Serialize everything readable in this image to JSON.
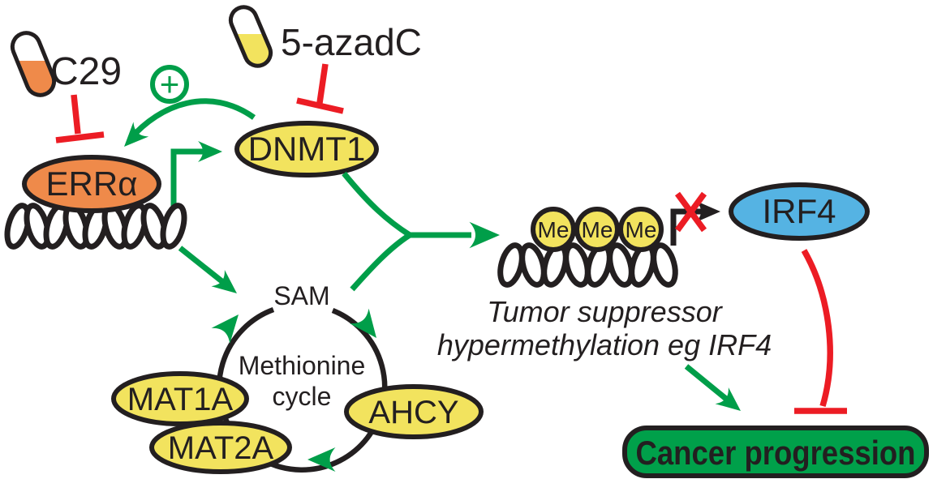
{
  "drugs": {
    "c29": "C29",
    "azadc": "5-azadC"
  },
  "nodes": {
    "erra": "ERRα",
    "dnmt1": "DNMT1",
    "sam": "SAM",
    "mat1a": "MAT1A",
    "mat2a": "MAT2A",
    "ahcy": "AHCY",
    "me": "Me",
    "irf4": "IRF4"
  },
  "cycle": {
    "line1": "Methionine",
    "line2": "cycle"
  },
  "annotations": {
    "plus": "+",
    "tumor_line1": "Tumor suppressor",
    "tumor_line2": "hypermethylation eg IRF4"
  },
  "outcome": {
    "cancer": "Cancer progression"
  },
  "colors": {
    "green": "#009E49",
    "box_green": "#00A04A",
    "red": "#EC1C24",
    "yellow": "#F2E35E",
    "orange": "#EF8A4A",
    "blue": "#55B3E3",
    "ink": "#231F20"
  }
}
